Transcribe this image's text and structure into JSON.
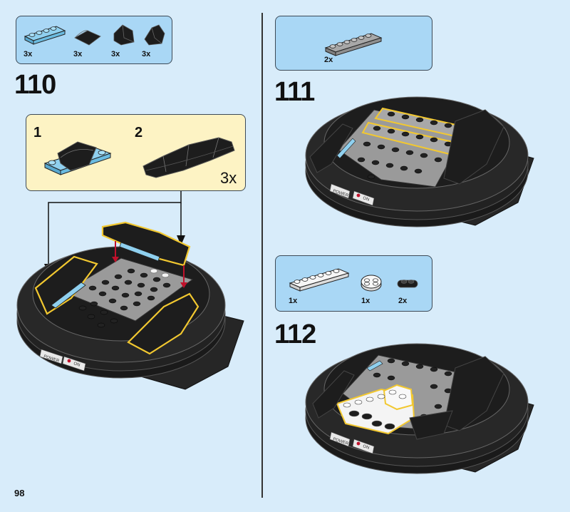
{
  "page_number": "98",
  "step_110": {
    "number": "110",
    "parts": [
      {
        "qty": "3x",
        "icon": "light-blue-1x4-plate"
      },
      {
        "qty": "3x",
        "icon": "black-curved-slope"
      },
      {
        "qty": "3x",
        "icon": "black-curved-slope-left"
      },
      {
        "qty": "3x",
        "icon": "black-curved-slope-right"
      }
    ],
    "subassembly": {
      "step1": "1",
      "step2": "2",
      "multiplier": "3x"
    }
  },
  "step_111": {
    "number": "111",
    "parts": [
      {
        "qty": "2x",
        "icon": "gray-1x6-plate"
      }
    ]
  },
  "step_112": {
    "number": "112",
    "parts": [
      {
        "qty": "1x",
        "icon": "white-1x6-plate"
      },
      {
        "qty": "1x",
        "icon": "white-round-plate"
      },
      {
        "qty": "2x",
        "icon": "black-jumper-plate"
      }
    ]
  },
  "model_labels": {
    "power": "POWER",
    "on": "ON"
  },
  "colors": {
    "background": "#d8ecfa",
    "parts_panel": "#a9d7f5",
    "callout": "#fdf3c4",
    "highlight": "#f2c830",
    "arrow_red": "#c0112b"
  }
}
